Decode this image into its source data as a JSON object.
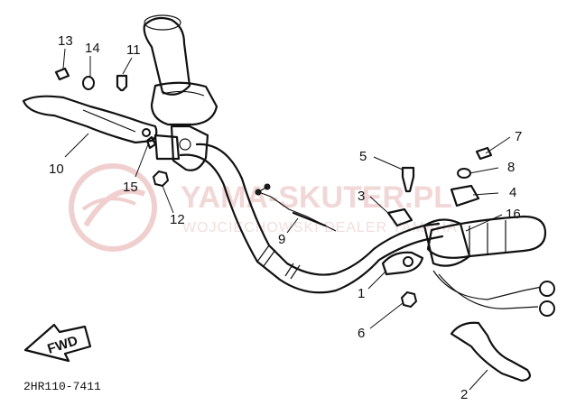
{
  "diagram": {
    "part_numbers": [
      "1",
      "2",
      "3",
      "4",
      "5",
      "6",
      "7",
      "8",
      "9",
      "10",
      "11",
      "12",
      "13",
      "14",
      "15",
      "16"
    ],
    "fwd_label": "FWD",
    "drawing_code": "2HR110-7411",
    "watermark": {
      "logo_text": "YAMA-SKUTER.PL",
      "tagline": "WOJCIECHOWSKI DEALER YAMAHA"
    }
  }
}
